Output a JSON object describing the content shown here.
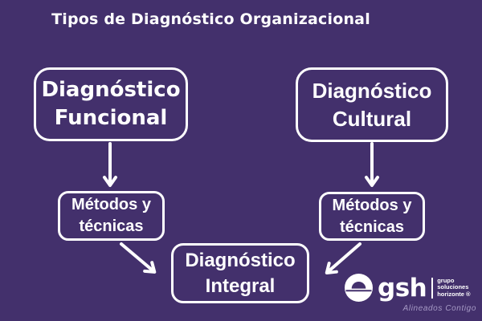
{
  "title": "Tipos de Diagnóstico Organizacional",
  "colors": {
    "background": "#43306C",
    "box_border": "#FFFFFF",
    "box_text": "#FFFFFF",
    "arrow": "#FFFFFF",
    "tagline": "#A79BC6"
  },
  "nodes": {
    "funcional": {
      "line1": "Diagnóstico",
      "line2": "Funcional"
    },
    "cultural": {
      "line1": "Diagnóstico",
      "line2": "Cultural"
    },
    "metodos_left": {
      "line1": "Métodos y",
      "line2": "técnicas"
    },
    "metodos_right": {
      "line1": "Métodos y",
      "line2": "técnicas"
    },
    "integral": {
      "line1": "Diagnóstico",
      "line2": "Integral"
    }
  },
  "arrows": [
    {
      "name": "funcional-to-metodos-left",
      "direction": "down"
    },
    {
      "name": "cultural-to-metodos-right",
      "direction": "down"
    },
    {
      "name": "metodos-left-to-integral",
      "direction": "down-right"
    },
    {
      "name": "metodos-right-to-integral",
      "direction": "down-left"
    }
  ],
  "logo": {
    "icon": "horizon-sun-icon",
    "brand": "gsh",
    "group_lines": [
      "grupo",
      "soluciones",
      "horizonte ®"
    ],
    "tagline": "Alineados Contigo"
  }
}
